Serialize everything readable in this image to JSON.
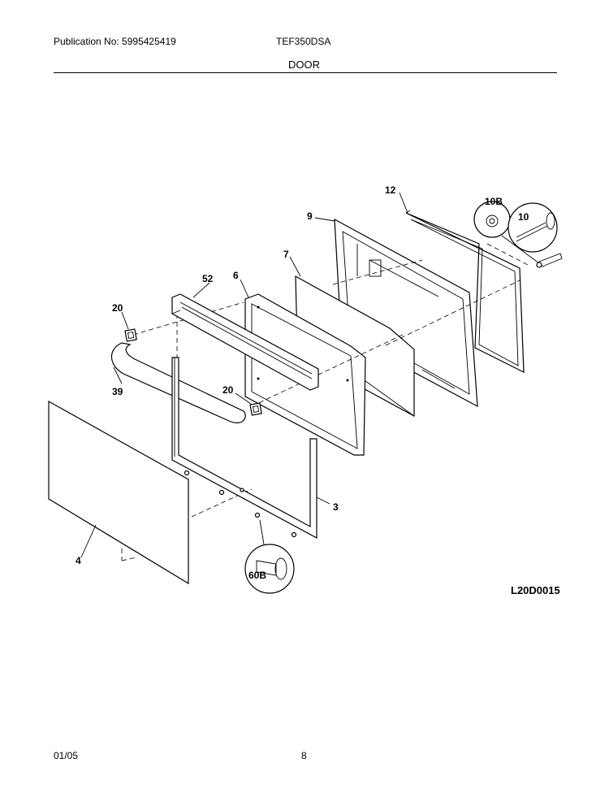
{
  "header": {
    "publication": "Publication No: 5995425419",
    "model": "TEF350DSA",
    "section": "DOOR"
  },
  "diagram": {
    "code": "L20D0015",
    "callouts": {
      "p12": "12",
      "p10b": "10B",
      "p10": "10",
      "p9": "9",
      "p7": "7",
      "p52": "52",
      "p6": "6",
      "p20a": "20",
      "p39": "39",
      "p20b": "20",
      "p3": "3",
      "p4": "4",
      "p60b": "60B"
    }
  },
  "footer": {
    "date": "01/05",
    "page": "8"
  }
}
